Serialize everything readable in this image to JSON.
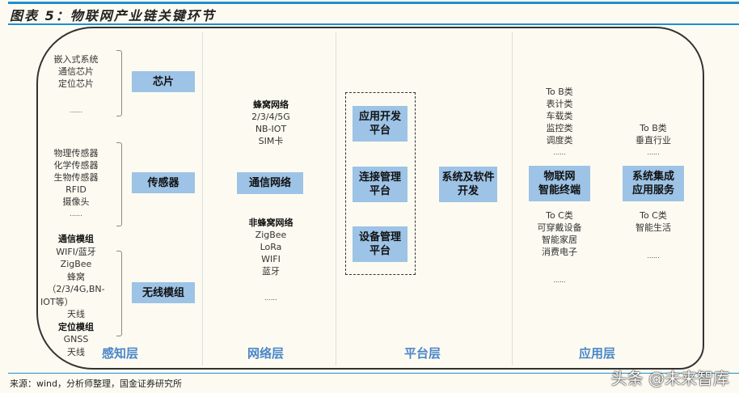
{
  "title": "图表 5：物联网产业链关键环节",
  "source": "来源：wind，分析师整理，国金证券研究所",
  "watermark": "头条 @未来智库",
  "perception": {
    "layer": "感知层",
    "chip": {
      "box": "芯片",
      "items": [
        "嵌入式系统",
        "通信芯片",
        "定位芯片"
      ],
      "more": "......"
    },
    "sensor": {
      "box": "传感器",
      "items": [
        "物理传感器",
        "化学传感器",
        "生物传感器",
        "RFID",
        "摄像头"
      ],
      "more": "......"
    },
    "wireless": {
      "box": "无线模组",
      "head1": "通信模组",
      "items1": [
        "WIFI/蓝牙",
        "ZigBee",
        "蜂窝",
        "（2/3/4G,BN-",
        "IOT等）",
        "天线"
      ],
      "head2": "定位模组",
      "items2": [
        "GNSS",
        "天线"
      ]
    }
  },
  "network": {
    "layer": "网络层",
    "box": "通信网络",
    "cellular": {
      "head": "蜂窝网络",
      "items": [
        "2/3/4/5G",
        "NB-IOT",
        "SIM卡"
      ]
    },
    "noncellular": {
      "head": "非蜂窝网络",
      "items": [
        "ZigBee",
        "LoRa",
        "WIFI",
        "蓝牙"
      ],
      "more": "......"
    }
  },
  "platform": {
    "layer": "平台层",
    "boxes": [
      "应用开发\n平台",
      "连接管理\n平台",
      "设备管理\n平台"
    ],
    "software": "系统及软件\n开发"
  },
  "application": {
    "layer": "应用层",
    "terminal": {
      "box": "物联网\n智能终端",
      "tob": [
        "To B类",
        "表计类",
        "车载类",
        "监控类",
        "调度类"
      ],
      "toc": [
        "To C类",
        "可穿戴设备",
        "智能家居",
        "消费电子"
      ],
      "more": "......"
    },
    "service": {
      "box": "系统集成\n应用服务",
      "tob": [
        "To B类",
        "垂直行业"
      ],
      "toc": [
        "To C类",
        "智能生活"
      ],
      "more": "......"
    }
  }
}
